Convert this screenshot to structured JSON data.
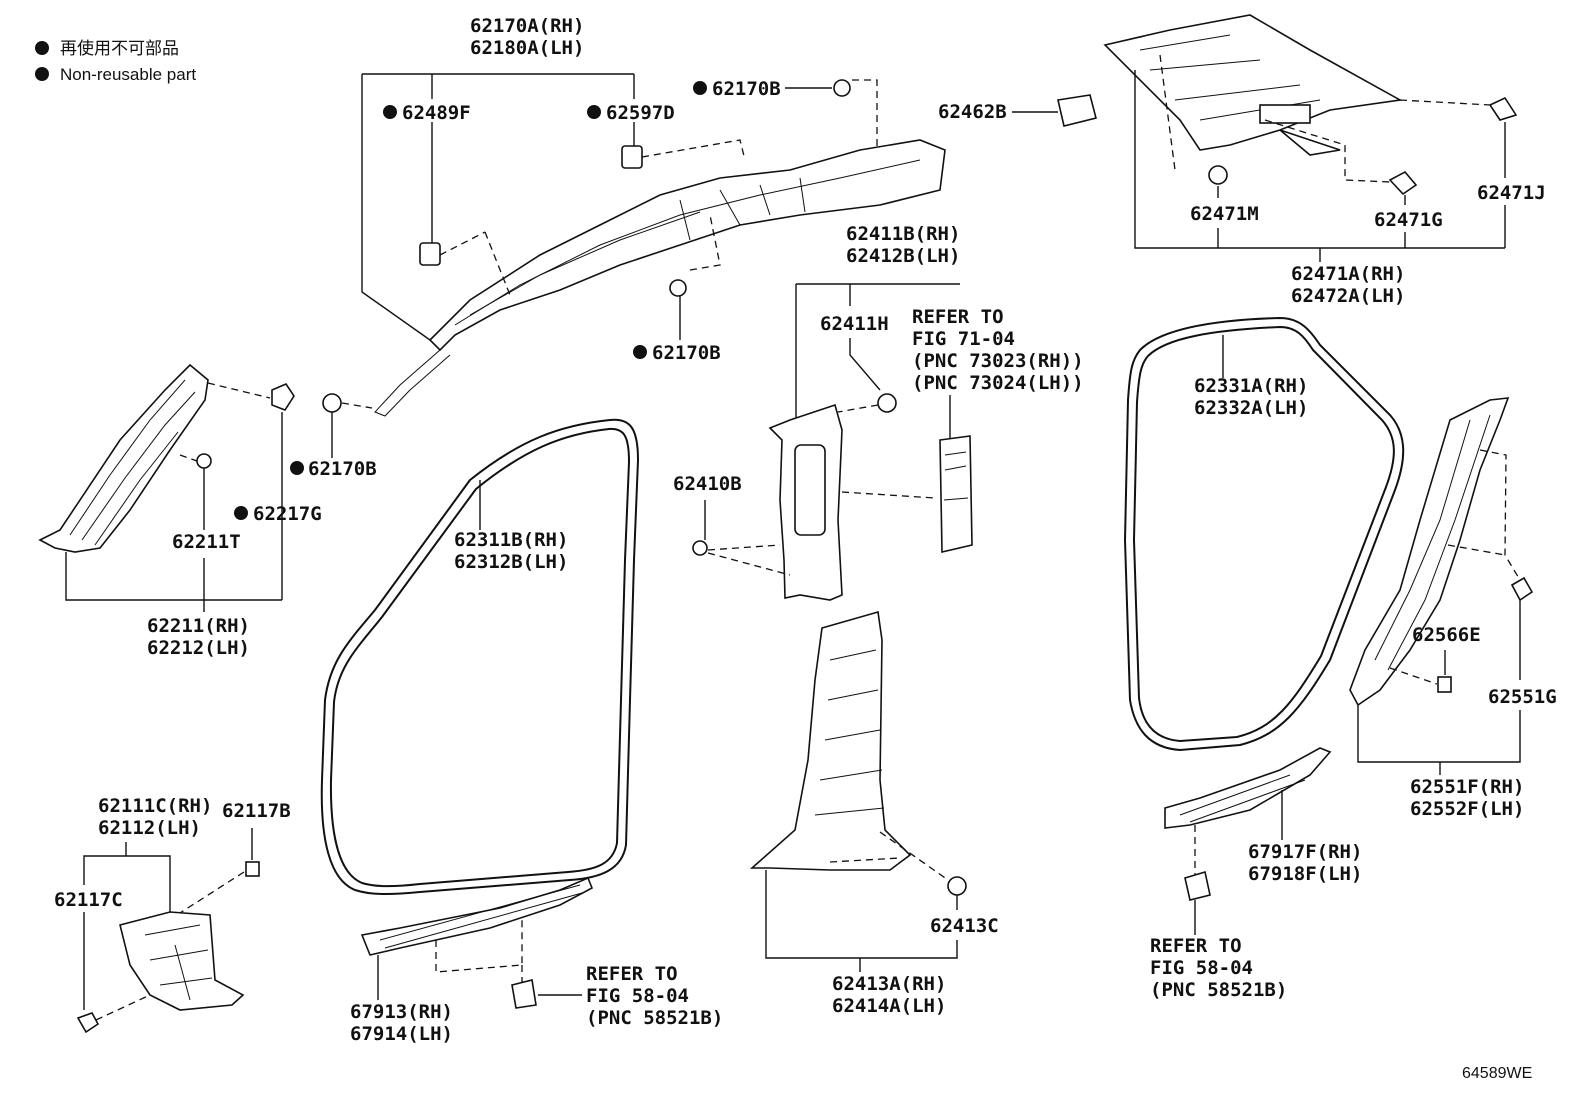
{
  "legend": {
    "line_jp": "再使用不可部品",
    "line_en": "Non-reusable part"
  },
  "diagram_code": "64589WE",
  "labels": {
    "l_62170A": "62170A(RH)",
    "l_62180A": "62180A(LH)",
    "l_62489F": "62489F",
    "l_62597D": "62597D",
    "l_62170B_top": "62170B",
    "l_62462B": "62462B",
    "l_62170B_mid": "62170B",
    "l_62170B_left": "62170B",
    "l_62217G": "62217G",
    "l_62211T": "62211T",
    "l_62211": "62211(RH)",
    "l_62212": "62212(LH)",
    "l_62411B": "62411B(RH)",
    "l_62412B": "62412B(LH)",
    "l_62411H": "62411H",
    "l_refer1_a": "REFER TO",
    "l_refer1_b": "FIG 71-04",
    "l_refer1_c": "(PNC 73023(RH))",
    "l_refer1_d": "(PNC 73024(LH))",
    "l_62410B": "62410B",
    "l_62311B": "62311B(RH)",
    "l_62312B": "62312B(LH)",
    "l_62471M": "62471M",
    "l_62471G": "62471G",
    "l_62471J": "62471J",
    "l_62471A": "62471A(RH)",
    "l_62472A": "62472A(LH)",
    "l_62331A": "62331A(RH)",
    "l_62332A": "62332A(LH)",
    "l_62566E": "62566E",
    "l_62551G": "62551G",
    "l_62551F": "62551F(RH)",
    "l_62552F": "62552F(LH)",
    "l_62111C": "62111C(RH)",
    "l_62112": "62112(LH)",
    "l_62117B": "62117B",
    "l_62117C": "62117C",
    "l_67913": "67913(RH)",
    "l_67914": "67914(LH)",
    "l_refer2_a": "REFER TO",
    "l_refer2_b": "FIG 58-04",
    "l_refer2_c": "(PNC 58521B)",
    "l_62413C": "62413C",
    "l_62413A": "62413A(RH)",
    "l_62414A": "62414A(LH)",
    "l_67917F": "67917F(RH)",
    "l_67918F": "67918F(LH)",
    "l_refer3_a": "REFER TO",
    "l_refer3_b": "FIG 58-04",
    "l_refer3_c": "(PNC 58521B)"
  }
}
